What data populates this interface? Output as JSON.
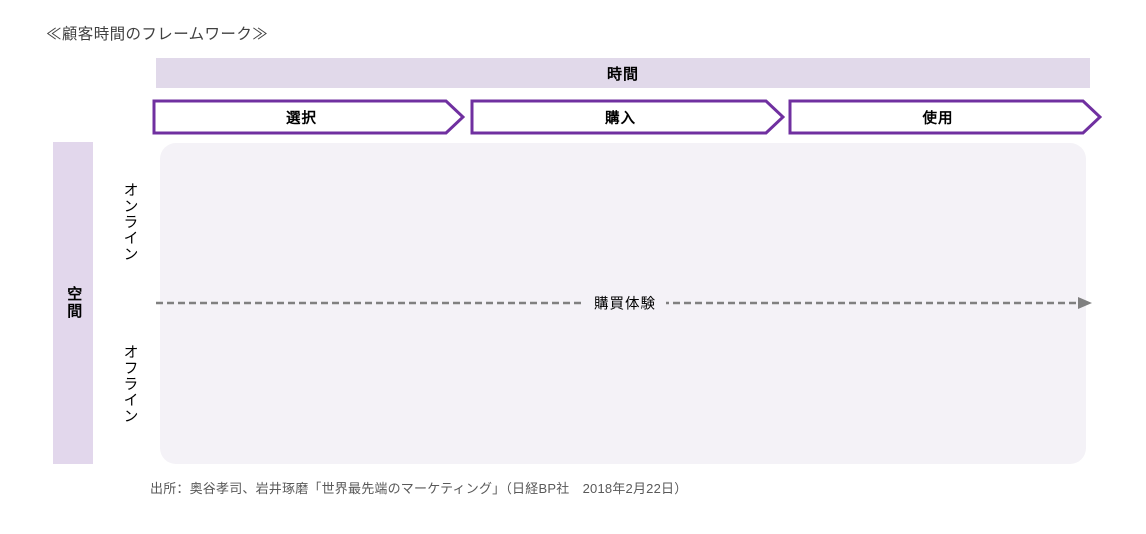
{
  "title": "≪顧客時間のフレームワーク≫",
  "colors": {
    "time_bar_bg": "#e1d9ea",
    "space_bar_bg": "#e2d7ec",
    "panel_bg": "#f4f2f7",
    "arrow_stroke": "#7030a0",
    "arrow_fill": "#ffffff",
    "axis_line": "#808080",
    "title_text": "#404040",
    "source_text": "#595959"
  },
  "time_axis": {
    "label": "時間",
    "stages": [
      {
        "label": "選択",
        "icon": "chevron-arrow"
      },
      {
        "label": "購入",
        "icon": "chevron-arrow"
      },
      {
        "label": "使用",
        "icon": "chevron-arrow"
      }
    ]
  },
  "space_axis": {
    "label": "空間",
    "segments": [
      {
        "label": "オンライン"
      },
      {
        "label": "オフライン"
      }
    ]
  },
  "experience_axis": {
    "label": "購買体験",
    "icon": "arrow-right-icon",
    "style": "dashed"
  },
  "source": "出所：奥谷孝司、岩井琢磨「世界最先端のマーケティング」（日経BP社　2018年2月22日）",
  "chart_data": {
    "type": "table",
    "title": "≪顧客時間のフレームワーク≫",
    "xlabel": "時間",
    "ylabel": "空間",
    "x_categories": [
      "選択",
      "購入",
      "使用"
    ],
    "y_categories": [
      "オンライン",
      "オフライン"
    ],
    "annotations": [
      "購買体験"
    ],
    "grid": false,
    "legend": "none"
  }
}
